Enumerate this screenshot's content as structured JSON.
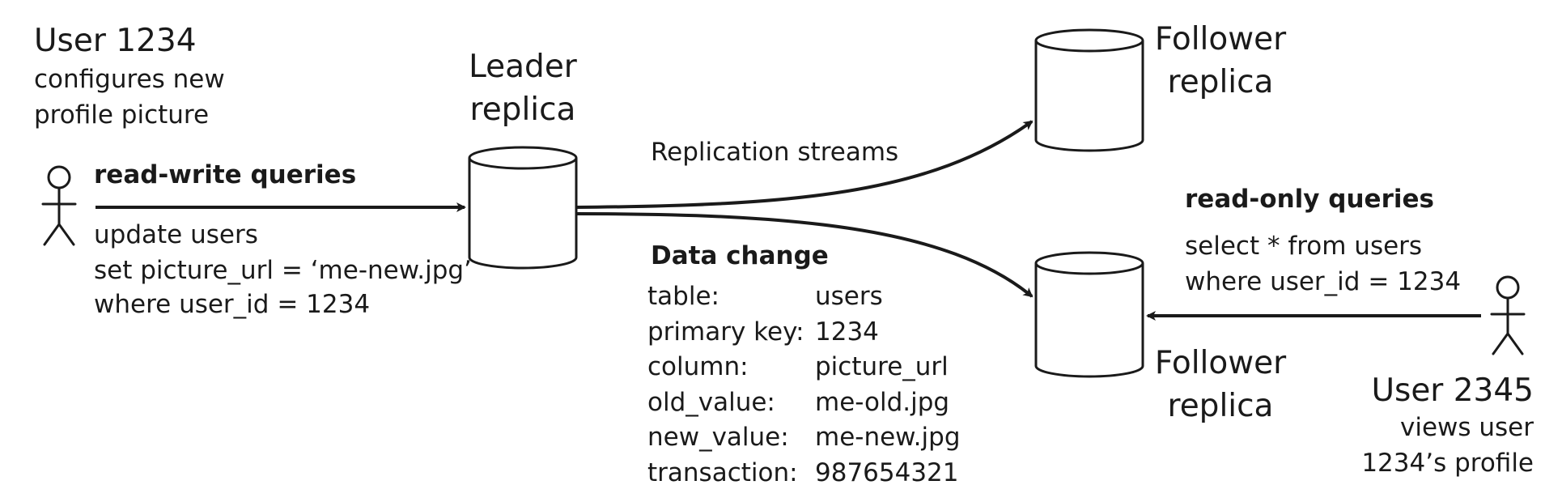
{
  "user1": {
    "name": "User 1234",
    "desc_line1": "configures new",
    "desc_line2": "profile picture"
  },
  "write_queries": {
    "title": "read-write queries",
    "line1": "update users",
    "line2": "set picture_url = ‘me-new.jpg’",
    "line3": "where user_id = 1234"
  },
  "leader": {
    "line1": "Leader",
    "line2": "replica"
  },
  "replication_label": "Replication streams",
  "follower_top": {
    "line1": "Follower",
    "line2": "replica"
  },
  "follower_bottom": {
    "line1": "Follower",
    "line2": "replica"
  },
  "data_change": {
    "title": "Data change",
    "rows": [
      {
        "key": "table:",
        "value": "users"
      },
      {
        "key": "primary key:",
        "value": "1234"
      },
      {
        "key": "column:",
        "value": "picture_url"
      },
      {
        "key": "old_value:",
        "value": "me-old.jpg"
      },
      {
        "key": "new_value:",
        "value": "me-new.jpg"
      },
      {
        "key": "transaction:",
        "value": "987654321"
      }
    ]
  },
  "read_queries": {
    "title": "read-only queries",
    "line1": "select * from users",
    "line2": "where user_id = 1234"
  },
  "user2": {
    "name": "User 2345",
    "desc_line1": "views user",
    "desc_line2": "1234’s profile"
  },
  "colors": {
    "ink": "#1a1a1a",
    "background": "#ffffff"
  }
}
